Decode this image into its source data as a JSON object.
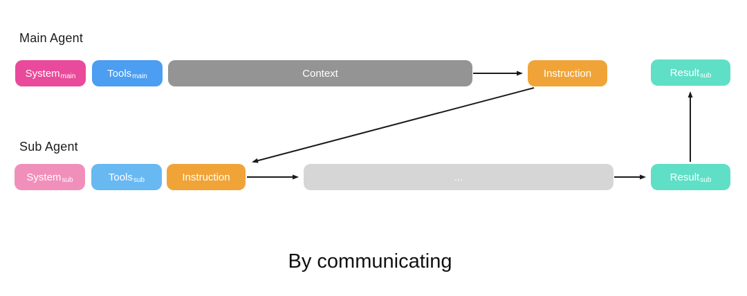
{
  "diagram": {
    "caption": "By communicating",
    "labels": {
      "main_agent": "Main Agent",
      "sub_agent": "Sub Agent"
    },
    "nodes": {
      "system_main": {
        "label": "System",
        "sub": "main",
        "color": "#EA4A9B",
        "text_color": "#ffffff"
      },
      "tools_main": {
        "label": "Tools",
        "sub": "main",
        "color": "#4B9EF1",
        "text_color": "#ffffff"
      },
      "context": {
        "label": "Context",
        "color": "#949494",
        "text_color": "#ffffff"
      },
      "instruction_main": {
        "label": "Instruction",
        "color": "#F0A438",
        "text_color": "#ffffff"
      },
      "result_top": {
        "label": "Result",
        "sub": "sub",
        "color": "#5FDFC6",
        "text_color": "#ffffff"
      },
      "system_sub": {
        "label": "System",
        "sub": "sub",
        "color": "#F18FBB",
        "text_color": "#ffffff"
      },
      "tools_sub": {
        "label": "Tools",
        "sub": "sub",
        "color": "#68B8F2",
        "text_color": "#ffffff"
      },
      "instruction_sub": {
        "label": "Instruction",
        "color": "#F0A438",
        "text_color": "#ffffff"
      },
      "ellipsis": {
        "label": "...",
        "color": "#D6D6D6",
        "text_color": "#ffffff"
      },
      "result_bottom": {
        "label": "Result",
        "sub": "sub",
        "color": "#5FDFC6",
        "text_color": "#ffffff"
      }
    },
    "arrows": [
      {
        "from": "context",
        "to": "instruction_main"
      },
      {
        "from": "instruction_main",
        "to": "instruction_sub"
      },
      {
        "from": "instruction_sub",
        "to": "ellipsis"
      },
      {
        "from": "ellipsis",
        "to": "result_bottom"
      },
      {
        "from": "result_bottom",
        "to": "result_top"
      }
    ],
    "arrow_color": "#1a1a1a"
  }
}
